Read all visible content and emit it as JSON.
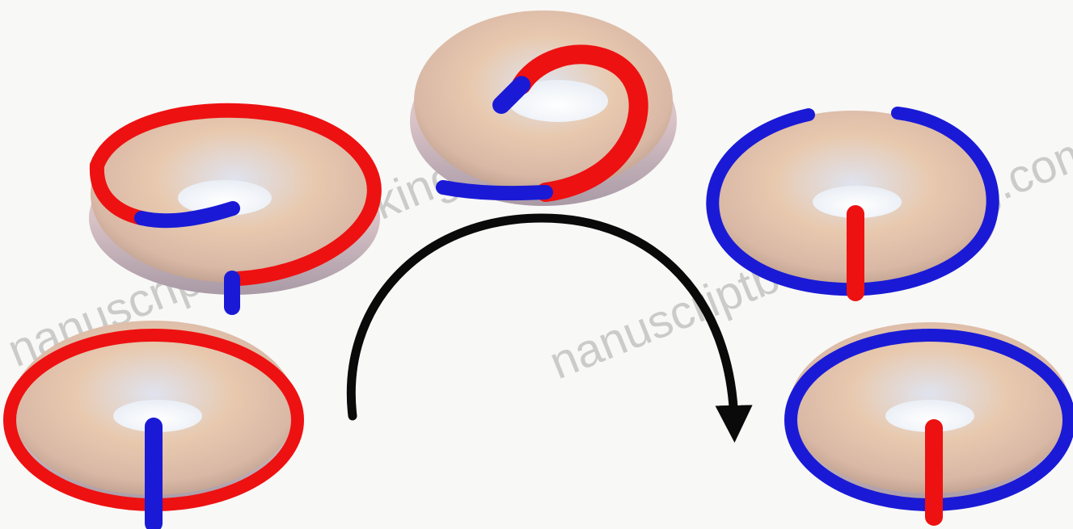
{
  "figure": {
    "background": "#f8f8f6",
    "colors": {
      "torus_base": "#e8c9ae",
      "torus_shadow": "#b99a88",
      "torus_highlight": "#dfe3ef",
      "loop_red": "#ee1111",
      "loop_blue": "#1a1ad6",
      "arrow": "#0a0a0a"
    },
    "tori": [
      {
        "name": "torus-top-left",
        "outer_loop": "red",
        "inner_loop": "blue",
        "stub": "blue"
      },
      {
        "name": "torus-top-center",
        "outer_loop": "red",
        "inner_loop": "blue",
        "stub": "none"
      },
      {
        "name": "torus-top-right",
        "outer_loop": "blue",
        "inner_loop": "none",
        "stub": "red"
      },
      {
        "name": "torus-bottom-left",
        "outer_loop": "red",
        "inner_loop": "none",
        "stub": "blue"
      },
      {
        "name": "torus-bottom-right",
        "outer_loop": "blue",
        "inner_loop": "none",
        "stub": "red"
      }
    ],
    "arrow": {
      "direction": "clockwise",
      "shape": "arc",
      "head": "down-right"
    }
  },
  "watermark": {
    "text_1": "nanuscriptbookcooking.com",
    "text_2": "nanuscriptbookcooking.com"
  }
}
